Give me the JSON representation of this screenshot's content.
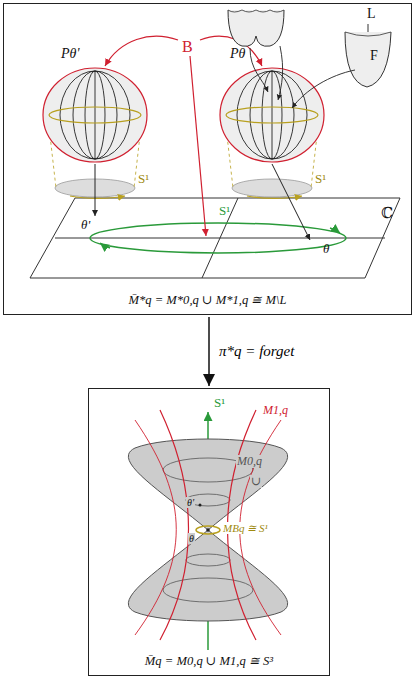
{
  "diagram": {
    "nodes": [
      {
        "text": [
          "M̄*q = M*0,q ∪ M*1,q ≅ M\\L"
        ]
      },
      {
        "text": [
          "M̄q = M0,q ∪ M1,q ≅ S³"
        ]
      }
    ],
    "edges": [
      {
        "from": 0,
        "to": 1,
        "arrow": "to",
        "label": "π*q = forget"
      }
    ],
    "labels": [
      "L",
      "F",
      "B",
      "Pθ'",
      "Pθ",
      "S¹",
      "S¹",
      "S¹",
      "ℂ",
      "θ'",
      "θ",
      "S¹",
      "M1,q",
      "M0,q",
      "∪",
      "MBq ≅ S¹",
      "θ'",
      "θ"
    ]
  }
}
